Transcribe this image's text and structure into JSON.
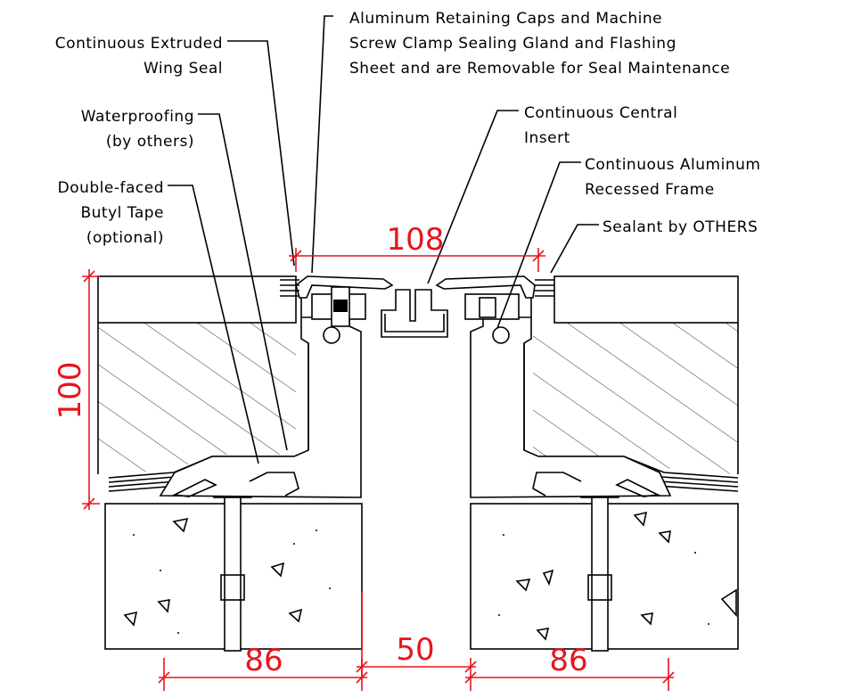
{
  "labels": {
    "retaining_caps": [
      "Aluminum Retaining Caps and Machine",
      "Screw Clamp Sealing Gland and Flashing",
      "Sheet and are Removable for Seal Maintenance"
    ],
    "wing_seal": [
      "Continuous Extruded",
      "Wing Seal"
    ],
    "waterproofing": [
      "Waterproofing",
      "(by others)"
    ],
    "butyl_tape": [
      "Double-faced",
      "Butyl Tape",
      "(optional)"
    ],
    "central_insert": [
      "Continuous Central",
      "Insert"
    ],
    "aluminum_frame": [
      "Continuous Aluminum",
      "Recessed Frame"
    ],
    "sealant": [
      "Sealant by OTHERS"
    ]
  },
  "dimensions": {
    "top_width": "108",
    "depth": "100",
    "left_base": "86",
    "gap": "50",
    "right_base": "86"
  },
  "colors": {
    "linework": "#000000",
    "dimension": "#e8141b",
    "background": "#ffffff"
  }
}
